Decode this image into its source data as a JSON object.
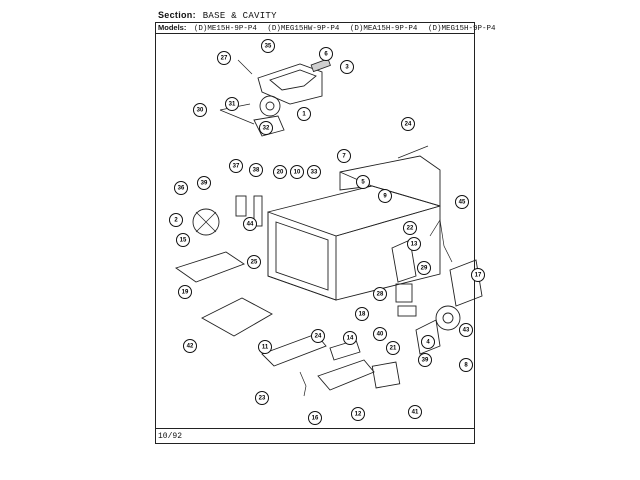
{
  "header": {
    "section_label": "Section:",
    "section_value": "BASE & CAVITY",
    "models_label": "Models:",
    "models": [
      "(D)ME15H-9P-P4",
      "(D)MEG15HW-9P-P4",
      "(D)MEA15H-9P-P4",
      "(D)MEG15H-9P-P4"
    ]
  },
  "footer": {
    "date": "10/92"
  },
  "callouts": [
    "35",
    "6",
    "27",
    "3",
    "30",
    "31",
    "1",
    "32",
    "24",
    "7",
    "37",
    "38",
    "20",
    "10",
    "33",
    "5",
    "9",
    "36",
    "39",
    "45",
    "2",
    "44",
    "22",
    "15",
    "13",
    "25",
    "29",
    "17",
    "19",
    "28",
    "40",
    "18",
    "42",
    "21",
    "4",
    "11",
    "24",
    "14",
    "43",
    "39",
    "8",
    "23",
    "16",
    "12",
    "41"
  ]
}
